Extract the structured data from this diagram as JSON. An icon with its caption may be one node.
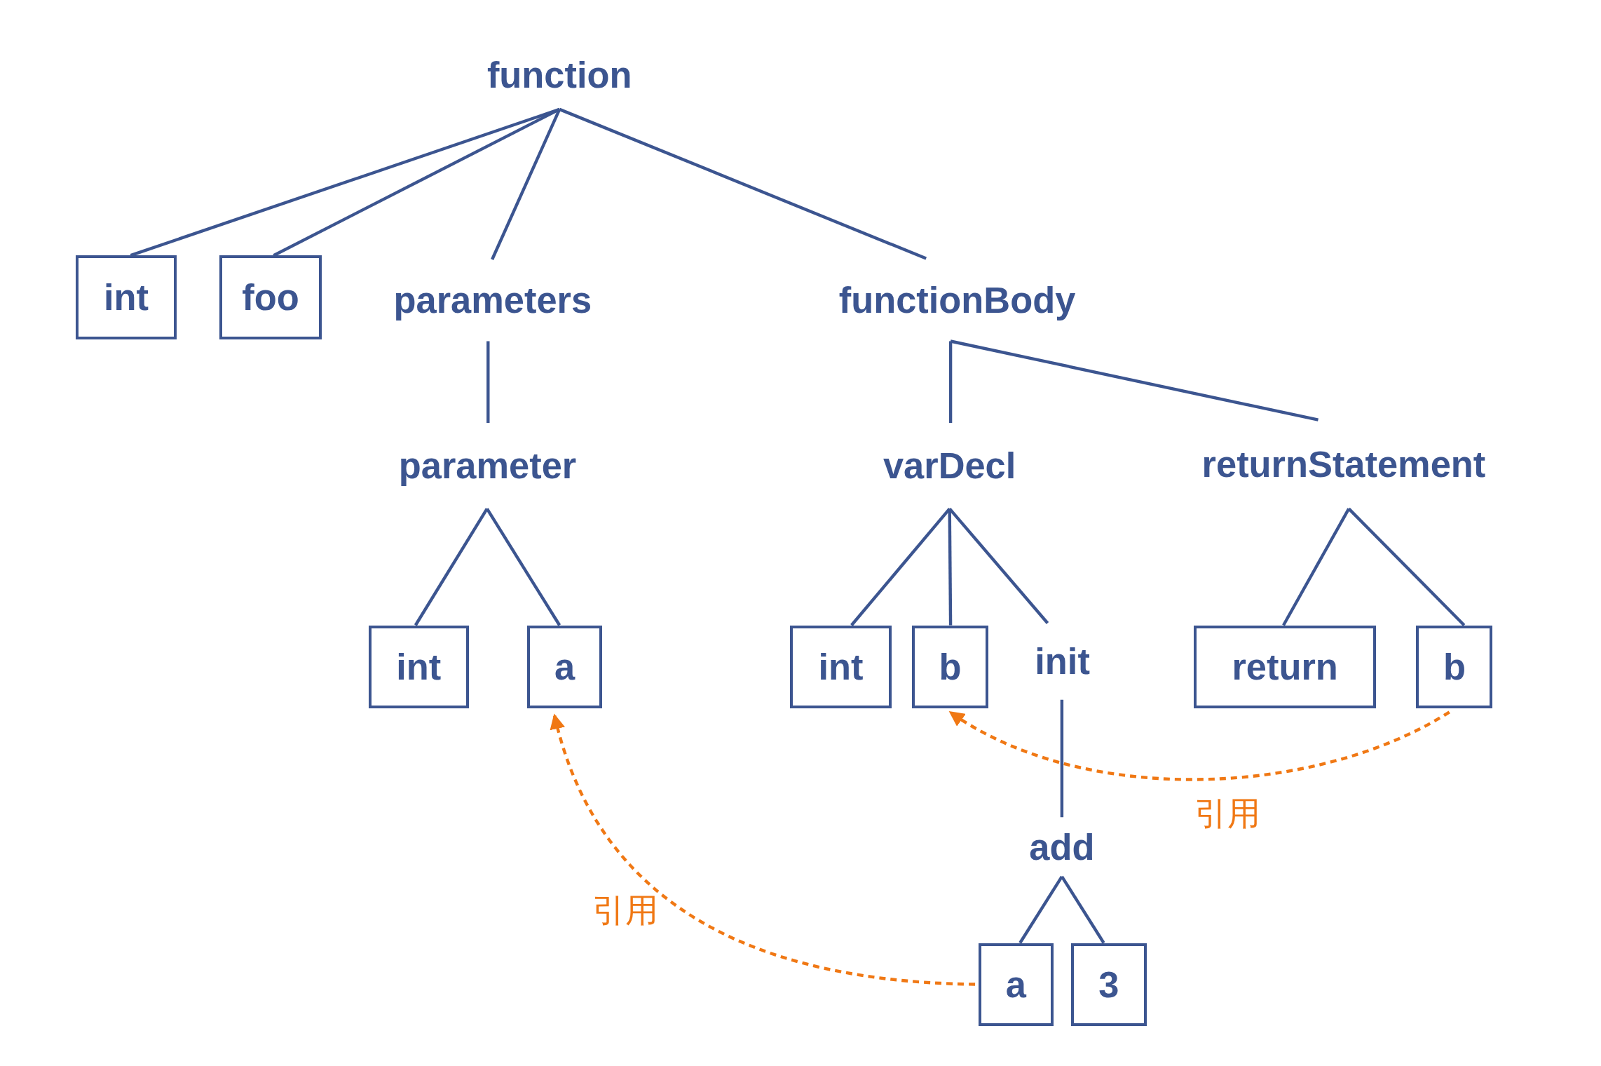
{
  "diagram": {
    "nodes": [
      {
        "text": [
          "function"
        ]
      },
      {
        "text": [
          "int"
        ]
      },
      {
        "text": [
          "foo"
        ]
      },
      {
        "text": [
          "parameters"
        ]
      },
      {
        "text": [
          "functionBody"
        ]
      },
      {
        "text": [
          "parameter"
        ]
      },
      {
        "text": [
          "int"
        ]
      },
      {
        "text": [
          "a"
        ]
      },
      {
        "text": [
          "varDecl"
        ]
      },
      {
        "text": [
          "returnStatement"
        ]
      },
      {
        "text": [
          "int"
        ]
      },
      {
        "text": [
          "b"
        ]
      },
      {
        "text": [
          "init"
        ]
      },
      {
        "text": [
          "return"
        ]
      },
      {
        "text": [
          "b"
        ]
      },
      {
        "text": [
          "add"
        ]
      },
      {
        "text": [
          "a"
        ]
      },
      {
        "text": [
          "3"
        ]
      }
    ],
    "edges": [
      {
        "from": 0,
        "to": 1,
        "arrow": "none"
      },
      {
        "from": 0,
        "to": 2,
        "arrow": "none"
      },
      {
        "from": 0,
        "to": 3,
        "arrow": "none"
      },
      {
        "from": 0,
        "to": 4,
        "arrow": "none"
      },
      {
        "from": 3,
        "to": 5,
        "arrow": "none"
      },
      {
        "from": 5,
        "to": 6,
        "arrow": "none"
      },
      {
        "from": 5,
        "to": 7,
        "arrow": "none"
      },
      {
        "from": 4,
        "to": 8,
        "arrow": "none"
      },
      {
        "from": 4,
        "to": 9,
        "arrow": "none"
      },
      {
        "from": 8,
        "to": 10,
        "arrow": "none"
      },
      {
        "from": 8,
        "to": 11,
        "arrow": "none"
      },
      {
        "from": 8,
        "to": 12,
        "arrow": "none"
      },
      {
        "from": 9,
        "to": 13,
        "arrow": "none"
      },
      {
        "from": 9,
        "to": 14,
        "arrow": "none"
      },
      {
        "from": 12,
        "to": 15,
        "arrow": "none"
      },
      {
        "from": 15,
        "to": 16,
        "arrow": "none"
      },
      {
        "from": 15,
        "to": 17,
        "arrow": "none"
      },
      {
        "from": 16,
        "to": 7,
        "arrow": "to",
        "label": "引用",
        "style": "dashed",
        "color": "#f07814"
      },
      {
        "from": 14,
        "to": 11,
        "arrow": "to",
        "label": "引用",
        "style": "dashed",
        "color": "#f07814"
      }
    ]
  }
}
